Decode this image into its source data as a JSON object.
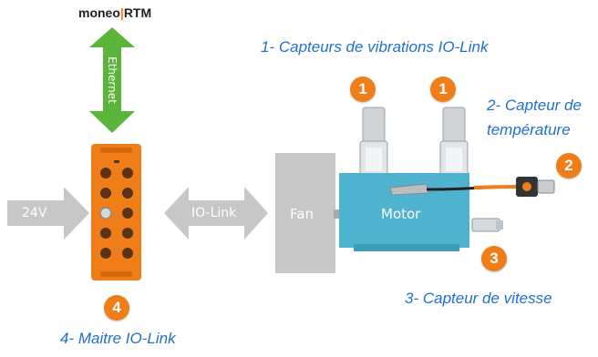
{
  "logo": {
    "text_a": "moneo",
    "text_b": "RTM"
  },
  "ethernet_label": "Ethernet",
  "power_label": "24V",
  "iolink_label": "IO-Link",
  "fan_label": "Fan",
  "motor_label": "Motor",
  "labels": {
    "vibration": "1- Capteurs de vibrations IO-Link",
    "temperature_line1": "2- Capteur de",
    "temperature_line2": "température",
    "speed": "3- Capteur de vitesse",
    "master": "4- Maitre IO-Link"
  },
  "badges": {
    "vibration": "1",
    "temperature": "2",
    "speed": "3",
    "master": "4"
  },
  "colors": {
    "orange": "#ef7d1a",
    "green": "#5bb53a",
    "gray": "#c7c7c7",
    "motor": "#4fb3cf",
    "label_blue": "#1f6fd0"
  }
}
